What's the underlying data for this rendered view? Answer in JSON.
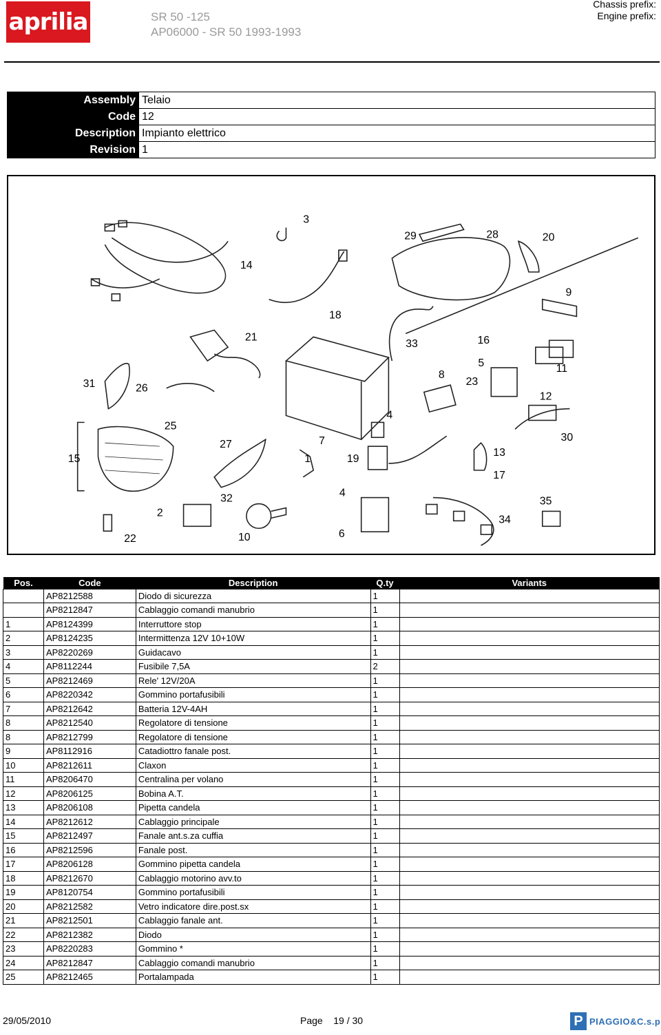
{
  "header": {
    "brand": "aprilia",
    "model_line1": "SR 50 -125",
    "model_line2": "AP06000 - SR 50 1993-1993",
    "chassis_label": "Chassis prefix:",
    "engine_label": "Engine prefix:"
  },
  "assembly": {
    "rows": [
      {
        "label": "Assembly",
        "value": "Telaio"
      },
      {
        "label": "Code",
        "value": "12"
      },
      {
        "label": "Description",
        "value": "Impianto elettrico"
      },
      {
        "label": "Revision",
        "value": "1"
      }
    ]
  },
  "diagram": {
    "callouts": [
      "3",
      "29",
      "28",
      "20",
      "14",
      "18",
      "9",
      "21",
      "33",
      "16",
      "5",
      "31",
      "26",
      "8",
      "23",
      "11",
      "25",
      "12",
      "4",
      "7",
      "30",
      "15",
      "27",
      "1",
      "19",
      "13",
      "17",
      "32",
      "4",
      "2",
      "35",
      "34",
      "22",
      "10",
      "6"
    ]
  },
  "parts_table": {
    "headers": [
      "Pos.",
      "Code",
      "Description",
      "Q.ty",
      "Variants"
    ],
    "rows": [
      {
        "pos": "",
        "code": "AP8212588",
        "desc": "Diodo di sicurezza",
        "qty": "1",
        "variants": ""
      },
      {
        "pos": "",
        "code": "AP8212847",
        "desc": "Cablaggio comandi manubrio",
        "qty": "1",
        "variants": ""
      },
      {
        "pos": "1",
        "code": "AP8124399",
        "desc": "Interruttore stop",
        "qty": "1",
        "variants": ""
      },
      {
        "pos": "2",
        "code": "AP8124235",
        "desc": "Intermittenza 12V 10+10W",
        "qty": "1",
        "variants": ""
      },
      {
        "pos": "3",
        "code": "AP8220269",
        "desc": "Guidacavo",
        "qty": "1",
        "variants": ""
      },
      {
        "pos": "4",
        "code": "AP8112244",
        "desc": "Fusibile 7,5A",
        "qty": "2",
        "variants": ""
      },
      {
        "pos": "5",
        "code": "AP8212469",
        "desc": "Rele' 12V/20A",
        "qty": "1",
        "variants": ""
      },
      {
        "pos": "6",
        "code": "AP8220342",
        "desc": "Gommino portafusibili",
        "qty": "1",
        "variants": ""
      },
      {
        "pos": "7",
        "code": "AP8212642",
        "desc": "Batteria 12V-4AH",
        "qty": "1",
        "variants": ""
      },
      {
        "pos": "8",
        "code": "AP8212540",
        "desc": "Regolatore di tensione",
        "qty": "1",
        "variants": ""
      },
      {
        "pos": "8",
        "code": "AP8212799",
        "desc": "Regolatore di tensione",
        "qty": "1",
        "variants": ""
      },
      {
        "pos": "9",
        "code": "AP8112916",
        "desc": "Catadiottro fanale post.",
        "qty": "1",
        "variants": ""
      },
      {
        "pos": "10",
        "code": "AP8212611",
        "desc": "Claxon",
        "qty": "1",
        "variants": ""
      },
      {
        "pos": "11",
        "code": "AP8206470",
        "desc": "Centralina per volano",
        "qty": "1",
        "variants": ""
      },
      {
        "pos": "12",
        "code": "AP8206125",
        "desc": "Bobina A.T.",
        "qty": "1",
        "variants": ""
      },
      {
        "pos": "13",
        "code": "AP8206108",
        "desc": "Pipetta candela",
        "qty": "1",
        "variants": ""
      },
      {
        "pos": "14",
        "code": "AP8212612",
        "desc": "Cablaggio principale",
        "qty": "1",
        "variants": ""
      },
      {
        "pos": "15",
        "code": "AP8212497",
        "desc": "Fanale ant.s.za cuffia",
        "qty": "1",
        "variants": ""
      },
      {
        "pos": "16",
        "code": "AP8212596",
        "desc": "Fanale post.",
        "qty": "1",
        "variants": ""
      },
      {
        "pos": "17",
        "code": "AP8206128",
        "desc": "Gommino pipetta candela",
        "qty": "1",
        "variants": ""
      },
      {
        "pos": "18",
        "code": "AP8212670",
        "desc": "Cablaggio motorino avv.to",
        "qty": "1",
        "variants": ""
      },
      {
        "pos": "19",
        "code": "AP8120754",
        "desc": "Gommino portafusibili",
        "qty": "1",
        "variants": ""
      },
      {
        "pos": "20",
        "code": "AP8212582",
        "desc": "Vetro indicatore dire.post.sx",
        "qty": "1",
        "variants": ""
      },
      {
        "pos": "21",
        "code": "AP8212501",
        "desc": "Cablaggio fanale ant.",
        "qty": "1",
        "variants": ""
      },
      {
        "pos": "22",
        "code": "AP8212382",
        "desc": "Diodo",
        "qty": "1",
        "variants": ""
      },
      {
        "pos": "23",
        "code": "AP8220283",
        "desc": "Gommino *",
        "qty": "1",
        "variants": ""
      },
      {
        "pos": "24",
        "code": "AP8212847",
        "desc": "Cablaggio comandi manubrio",
        "qty": "1",
        "variants": ""
      },
      {
        "pos": "25",
        "code": "AP8212465",
        "desc": "Portalampada",
        "qty": "1",
        "variants": ""
      }
    ]
  },
  "footer": {
    "date": "29/05/2010",
    "page_label": "Page",
    "page_value": "19 / 30",
    "company": "PIAGGIO&C.s.p.a.",
    "company_mark": "P"
  }
}
